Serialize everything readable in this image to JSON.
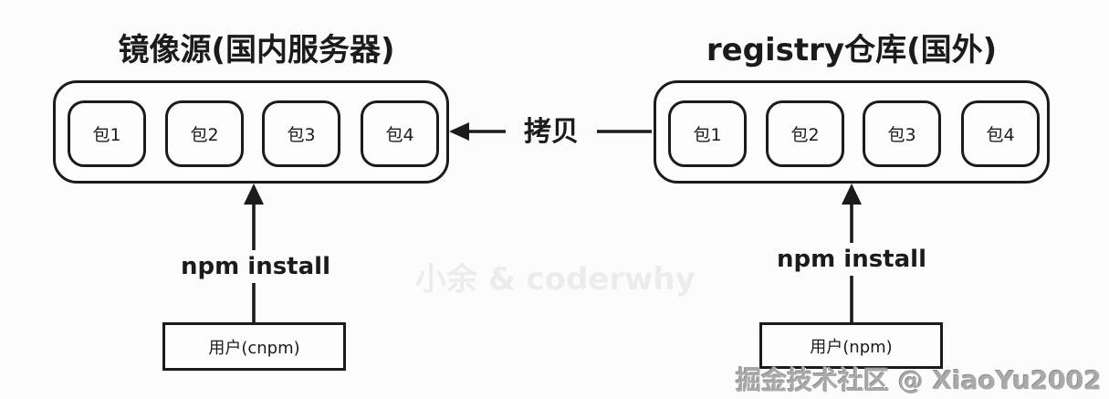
{
  "colors": {
    "background": "#fcfcfc",
    "line": "#1b1b1b",
    "watermark_center": "#ececec",
    "watermark_corner": "#a9a9a9"
  },
  "left": {
    "title": "镜像源(国内服务器)",
    "packages": [
      "包1",
      "包2",
      "包3",
      "包4"
    ],
    "install_label": "npm install",
    "user_label": "用户(cnpm)"
  },
  "right": {
    "title": "registry仓库(国外)",
    "packages": [
      "包1",
      "包2",
      "包3",
      "包4"
    ],
    "install_label": "npm install",
    "user_label": "用户(npm)"
  },
  "copy_arrow": {
    "label": "拷贝"
  },
  "watermarks": {
    "center": "小余 & coderwhy",
    "bottom_right": "掘金技术社区 @ XiaoYu2002"
  }
}
